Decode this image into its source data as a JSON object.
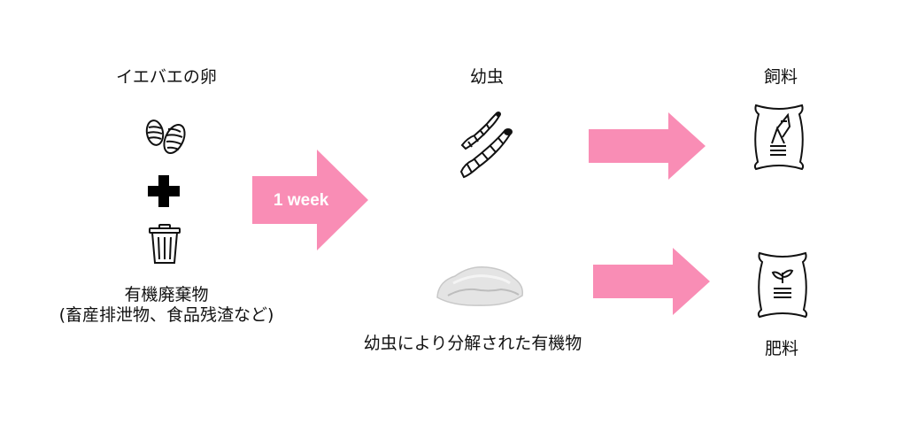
{
  "input": {
    "eggs_label": "イエバエの卵",
    "waste_label": "有機廃棄物",
    "waste_sublabel": "(畜産排泄物、食品残渣など)"
  },
  "process": {
    "arrow_label": "1 week"
  },
  "outputs": {
    "larvae_label": "幼虫",
    "residue_label": "幼虫により分解された有機物",
    "feed_label": "飼料",
    "fertilizer_label": "肥料"
  },
  "colors": {
    "arrow": "#f98db5",
    "line": "#111111",
    "powder": "#dcdcdc"
  },
  "icons": {
    "eggs": "egg-icon",
    "plus": "plus-icon",
    "trash": "trash-can-icon",
    "larvae": "larva-icon",
    "powder": "powder-pile-icon",
    "feed_bag": "feed-bag-icon",
    "fertilizer_bag": "fertilizer-bag-icon"
  }
}
